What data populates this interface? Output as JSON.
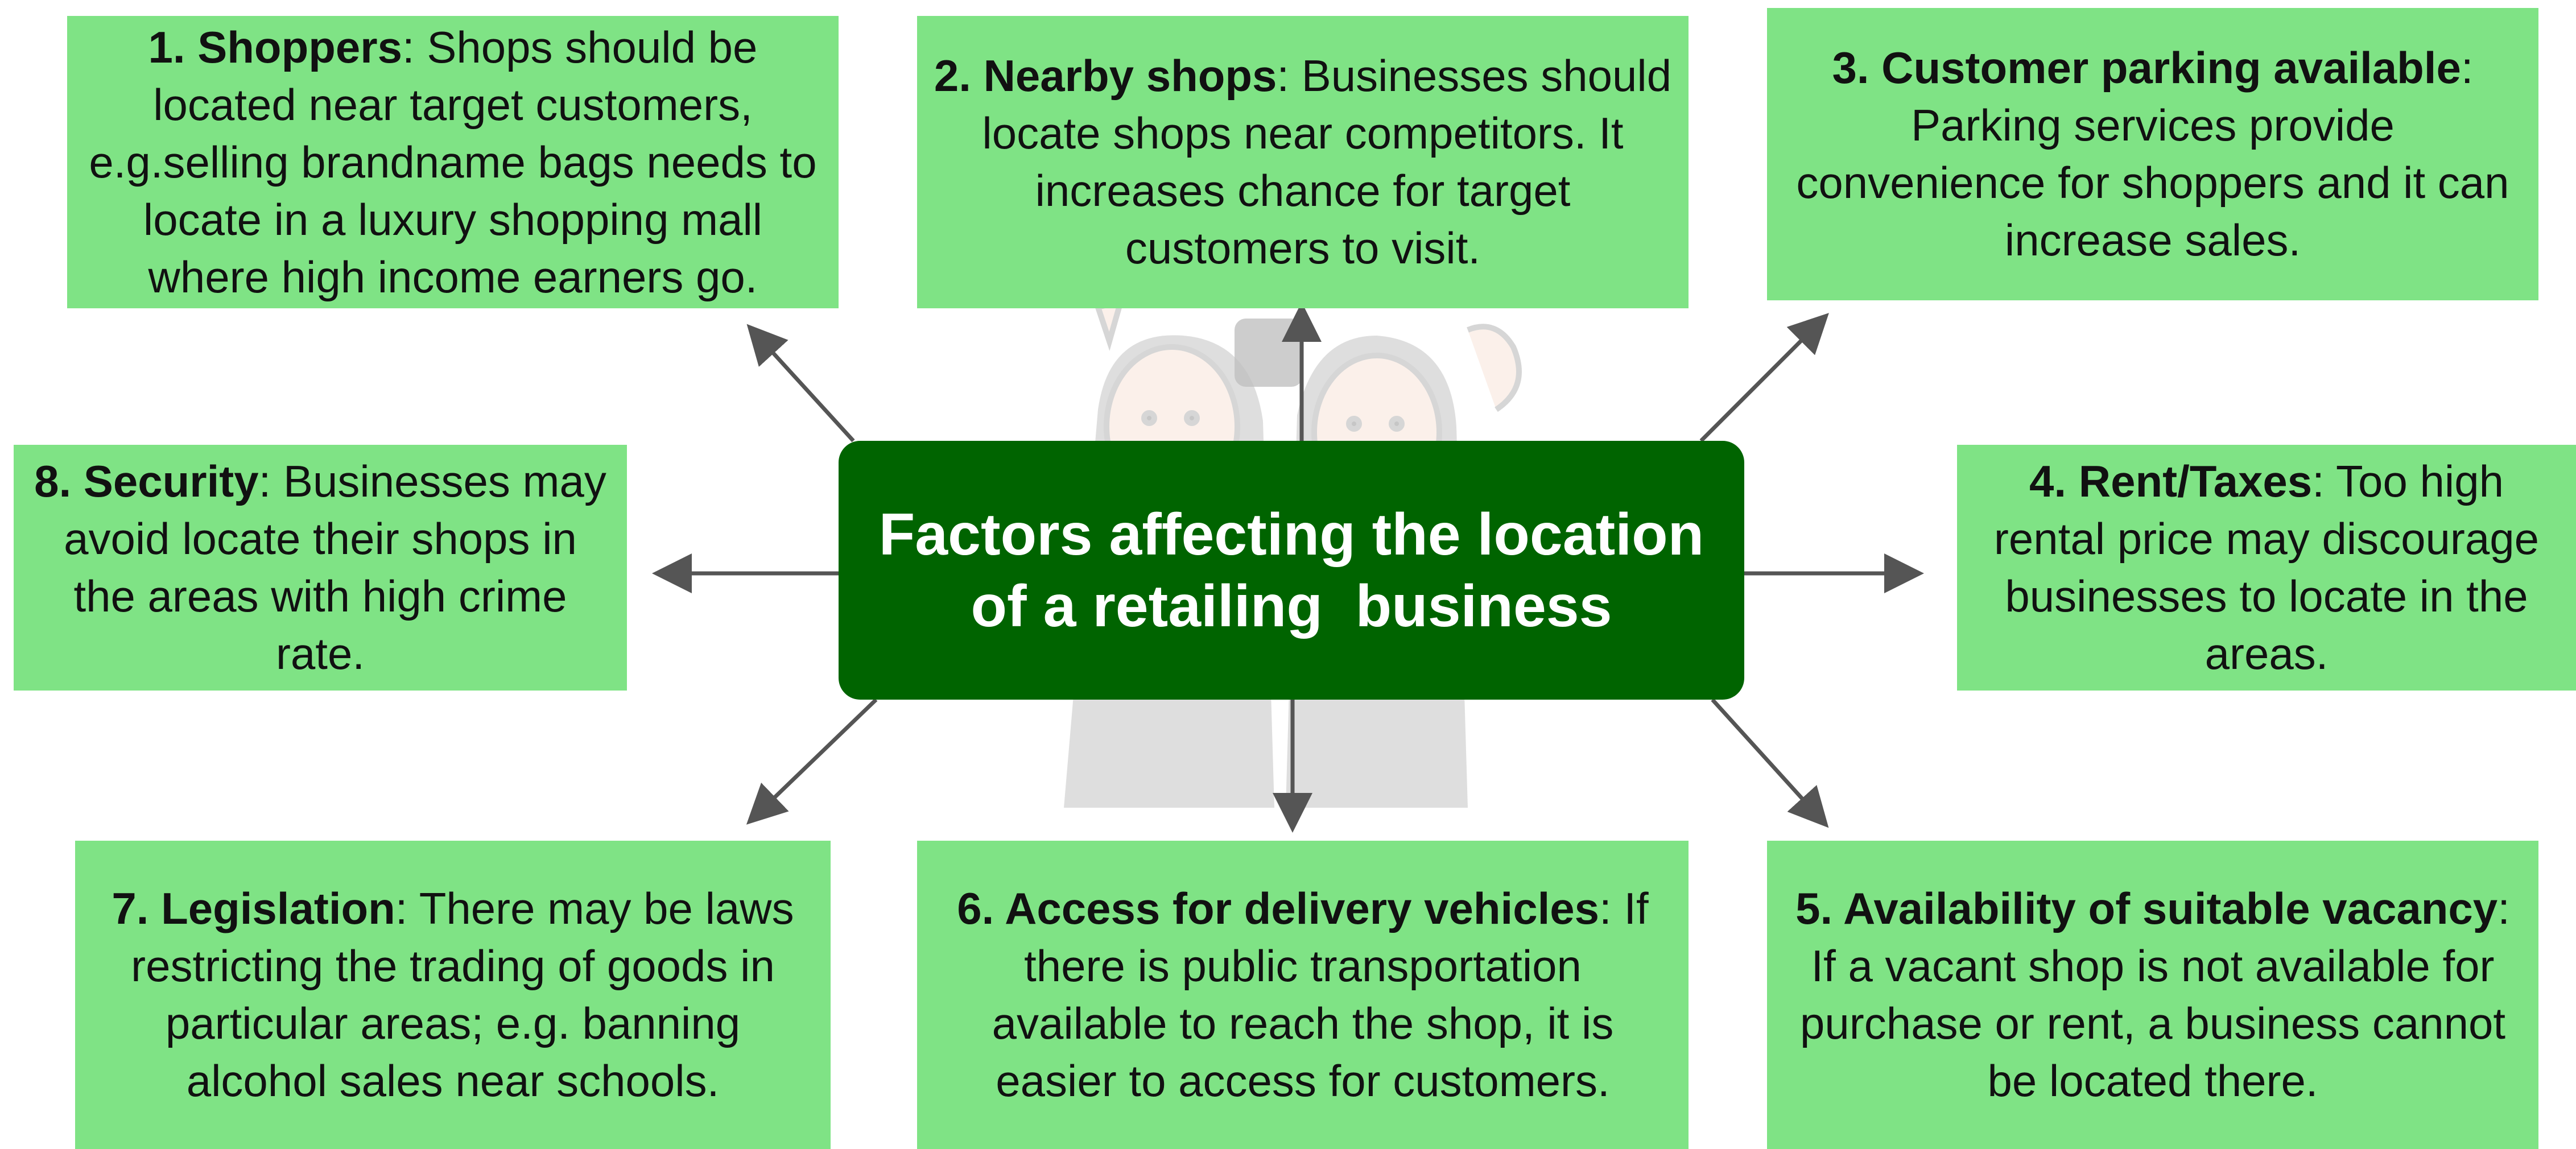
{
  "center": {
    "title": "Factors affecting the location of a retailing  business"
  },
  "factors": [
    {
      "bold": "1. Shoppers",
      "text": ": Shops should be located near target customers, e.g.selling brandname bags needs to locate in a luxury shopping mall where high income earners go."
    },
    {
      "bold": "2. Nearby shops",
      "text": ": Businesses should locate shops near competitors. It increases chance for target customers to visit."
    },
    {
      "bold": "3. Customer parking available",
      "text": ": Parking services provide convenience for shoppers and it can increase sales."
    },
    {
      "bold": "4. Rent/Taxes",
      "text": ": Too high rental price may discourage businesses to locate in the areas."
    },
    {
      "bold": "5. Availability of suitable vacancy",
      "text": ": If a vacant shop is not available for purchase or rent, a business cannot be located there."
    },
    {
      "bold": "6. Access for delivery vehicles",
      "text": ": If there is public transportation available to reach the shop, it is easier to access for customers."
    },
    {
      "bold": "7. Legislation",
      "text": ": There may be laws restricting the trading of goods in particular areas; e.g. banning alcohol sales near schools."
    },
    {
      "bold": "8. Security",
      "text": ": Businesses may avoid locate their shops in the areas with high crime rate."
    }
  ],
  "colors": {
    "box_fill": "#7fe385",
    "center_fill": "#006400",
    "arrow": "#555555"
  }
}
